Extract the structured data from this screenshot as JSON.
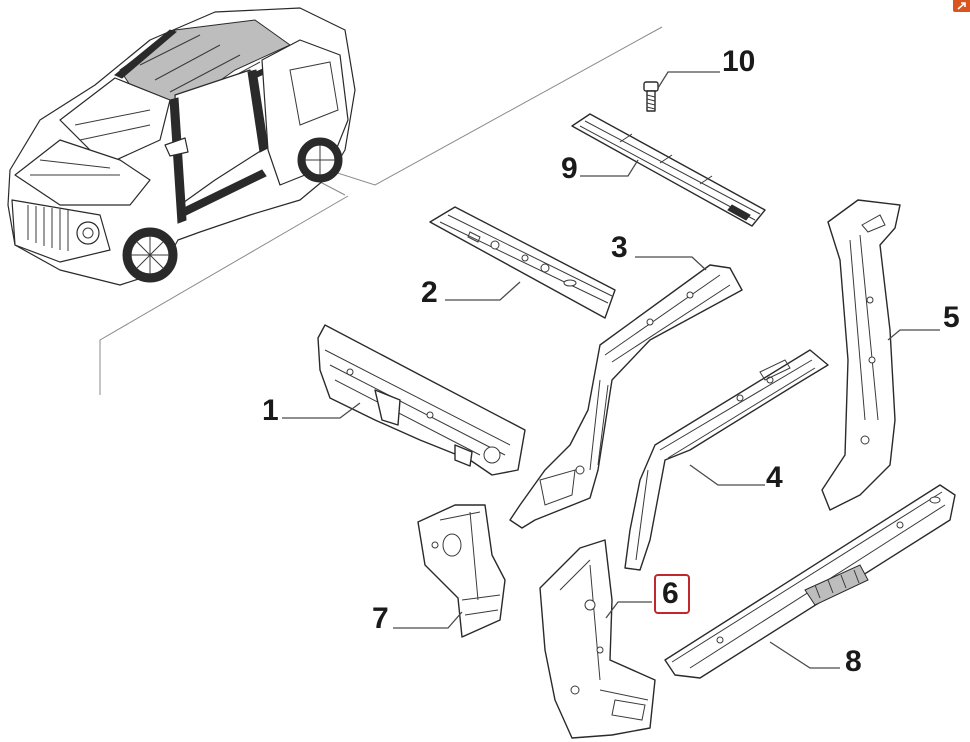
{
  "callouts": [
    {
      "id": "1",
      "label": "1"
    },
    {
      "id": "2",
      "label": "2"
    },
    {
      "id": "3",
      "label": "3"
    },
    {
      "id": "4",
      "label": "4"
    },
    {
      "id": "5",
      "label": "5"
    },
    {
      "id": "6",
      "label": "6"
    },
    {
      "id": "7",
      "label": "7"
    },
    {
      "id": "8",
      "label": "8"
    },
    {
      "id": "9",
      "label": "9"
    },
    {
      "id": "10",
      "label": "10"
    }
  ],
  "selected_part": "6",
  "colors": {
    "highlight": "#c0282d",
    "corner_icon": "#d9541e",
    "line_art": "#2a2a2a"
  }
}
